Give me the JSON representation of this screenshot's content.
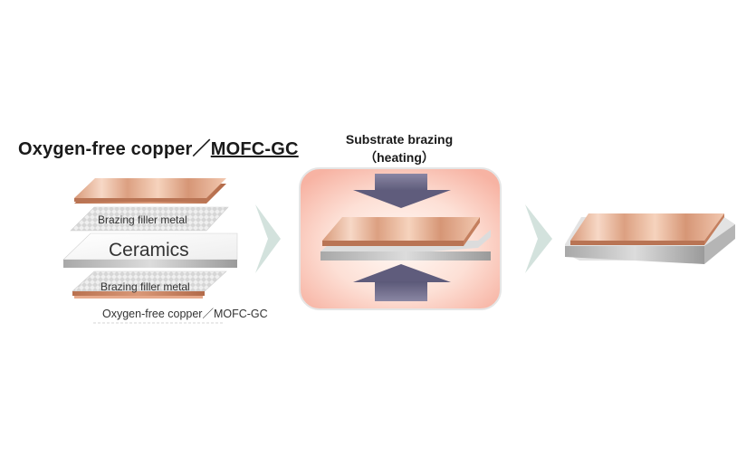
{
  "title": {
    "prefix": "Oxygen-free copper／",
    "emphasis": "MOFC-GC"
  },
  "layers": {
    "filler_top": "Brazing filler metal",
    "ceramics": "Ceramics",
    "filler_bottom": "Brazing filler metal",
    "bottom_copper": "Oxygen-free copper／MOFC-GC"
  },
  "process": {
    "title": "Substrate brazing",
    "subtitle": "（heating）"
  },
  "colors": {
    "copper_light": "#f6d2bd",
    "copper_mid": "#d99a78",
    "heat_panel": "#fbc8bd",
    "arrow": "#6d6b88",
    "chevron": "#d3e2dd"
  }
}
